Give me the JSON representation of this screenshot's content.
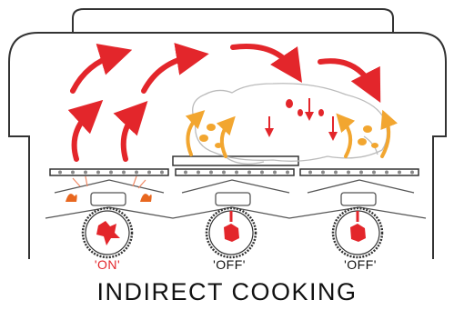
{
  "burners": [
    {
      "label": "'ON'",
      "state": "on"
    },
    {
      "label": "'OFF'",
      "state": "off"
    },
    {
      "label": "'OFF'",
      "state": "off"
    }
  ],
  "caption": "INDIRECT COOKING",
  "colors": {
    "hot_arrow": "#e3262b",
    "warm_arrow": "#f2a630",
    "flame": "#e8671f",
    "outline": "#333333",
    "on_label": "#e3262b",
    "off_label": "#111111"
  },
  "icons": [
    "grill-lid",
    "heat-flow-arrow",
    "roasting-chicken",
    "cooking-grate",
    "burner-flame",
    "control-knob"
  ]
}
